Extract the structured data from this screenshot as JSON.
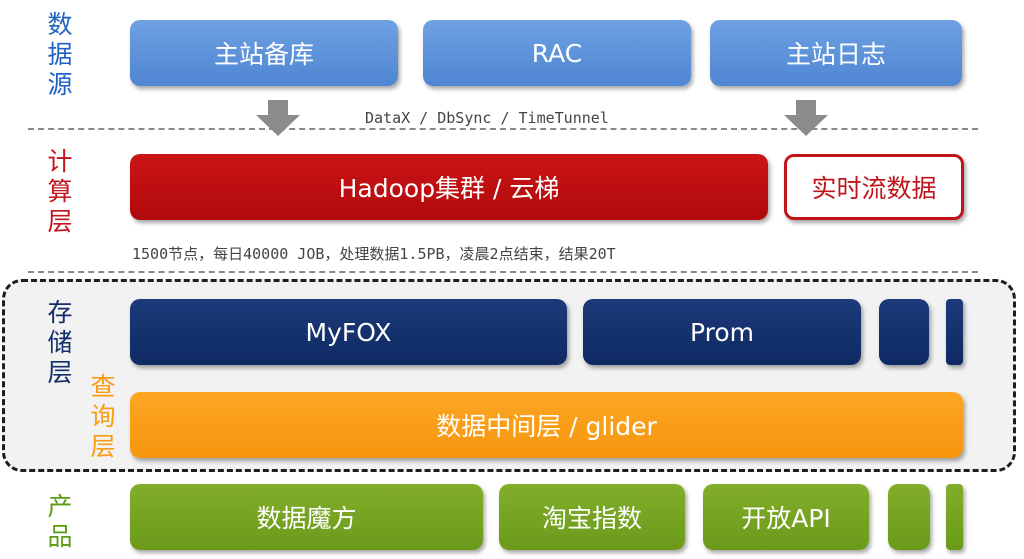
{
  "colors": {
    "source_blue": "#5b92da",
    "compute_red": "#c0161b",
    "storage_navy": "#122e6b",
    "query_orange": "#f99c14",
    "product_green": "#72a11f",
    "arrow_gray": "#8c8c8c"
  },
  "layers": {
    "source": {
      "label_chars": [
        "数",
        "据",
        "源"
      ],
      "color": "#1f63c2"
    },
    "compute": {
      "label_chars": [
        "计",
        "算",
        "层"
      ],
      "color": "#c0161b"
    },
    "storage": {
      "label_chars": [
        "存",
        "储",
        "层"
      ],
      "color": "#122e6b"
    },
    "query": {
      "label_chars": [
        "查",
        "询",
        "层"
      ],
      "color": "#f99c14"
    },
    "product": {
      "label_chars": [
        "产",
        "品"
      ],
      "color": "#5d9b12"
    }
  },
  "source_boxes": [
    "主站备库",
    "RAC",
    "主站日志"
  ],
  "sync_tools_text": "DataX / DbSync / TimeTunnel",
  "compute_boxes": {
    "hadoop": "Hadoop集群 / 云梯",
    "realtime": "实时流数据"
  },
  "compute_stats_text": "1500节点，每日40000 JOB，处理数据1.5PB，凌晨2点结束，结果20T",
  "storage_boxes": [
    "MyFOX",
    "Prom"
  ],
  "query_box": "数据中间层 / glider",
  "product_boxes": [
    "数据魔方",
    "淘宝指数",
    "开放API"
  ]
}
